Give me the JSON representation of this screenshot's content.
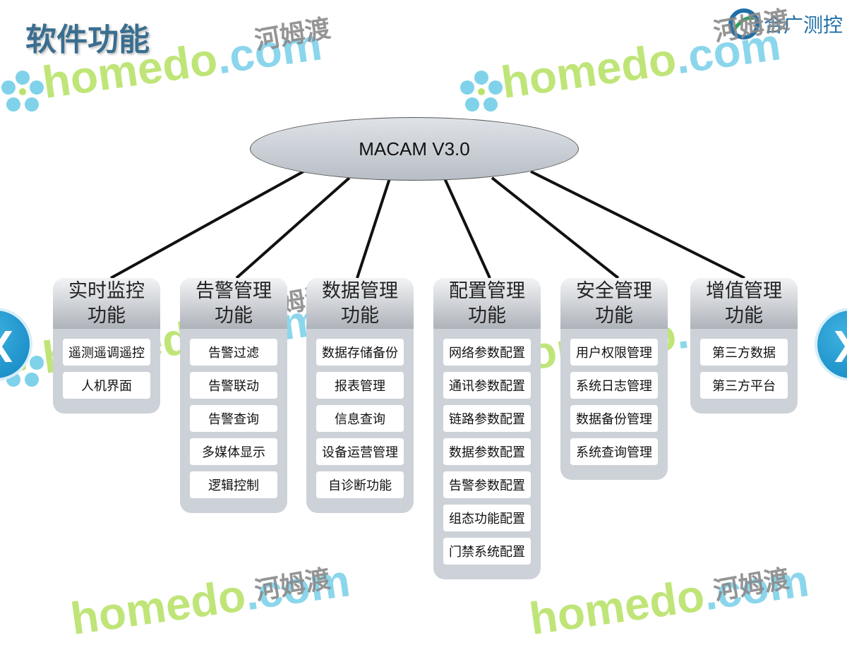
{
  "page_title": "软件功能",
  "brand": {
    "name": "合广测控"
  },
  "watermark": {
    "latin": "homedo",
    "dot": ".com",
    "cn": "河姆渡"
  },
  "root": {
    "label": "MACAM V3.0"
  },
  "columns": [
    {
      "title_line1": "实时监控",
      "title_line2": "功能",
      "items": [
        "遥测遥调遥控",
        "人机界面"
      ]
    },
    {
      "title_line1": "告警管理",
      "title_line2": "功能",
      "items": [
        "告警过滤",
        "告警联动",
        "告警查询",
        "多媒体显示",
        "逻辑控制"
      ]
    },
    {
      "title_line1": "数据管理",
      "title_line2": "功能",
      "items": [
        "数据存储备份",
        "报表管理",
        "信息查询",
        "设备运营管理",
        "自诊断功能"
      ]
    },
    {
      "title_line1": "配置管理",
      "title_line2": "功能",
      "items": [
        "网络参数配置",
        "通讯参数配置",
        "链路参数配置",
        "数据参数配置",
        "告警参数配置",
        "组态功能配置",
        "门禁系统配置"
      ]
    },
    {
      "title_line1": "安全管理",
      "title_line2": "功能",
      "items": [
        "用户权限管理",
        "系统日志管理",
        "数据备份管理",
        "系统查询管理"
      ]
    },
    {
      "title_line1": "增值管理",
      "title_line2": "功能",
      "items": [
        "第三方数据",
        "第三方平台"
      ]
    }
  ],
  "colors": {
    "title": "#3a6e8f",
    "brand": "#1f6fa8",
    "panel": "#cdd2d8",
    "nav": "#1185c2"
  },
  "icons": {
    "prev": "chevron-left-icon",
    "next": "chevron-right-icon",
    "logo": "brand-logo-icon"
  }
}
